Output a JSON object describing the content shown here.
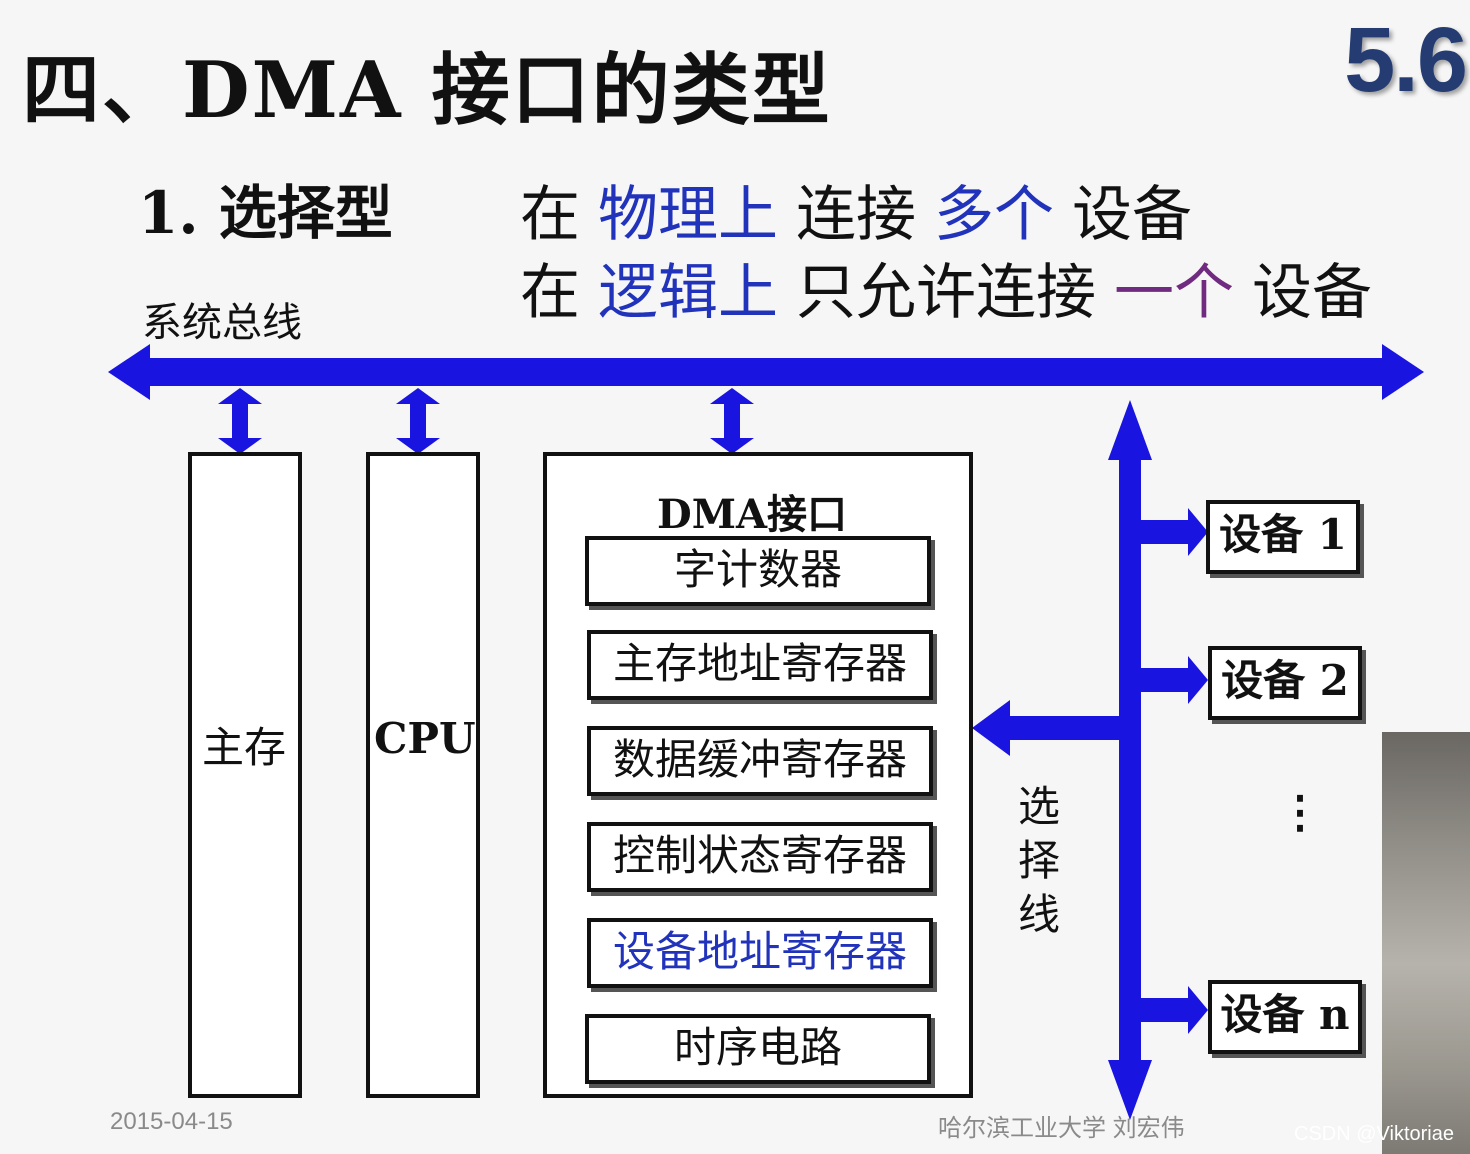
{
  "title": "四、DMA 接口的类型",
  "slide_number": "5.6",
  "subtitle": "1. 选择型",
  "description": {
    "line1": [
      {
        "text": "在",
        "color": "#111111"
      },
      {
        "text": "物理上",
        "color": "#2233bb"
      },
      {
        "text": "连接",
        "color": "#111111"
      },
      {
        "text": "多个",
        "color": "#2233bb"
      },
      {
        "text": "设备",
        "color": "#111111"
      }
    ],
    "line2": [
      {
        "text": "在",
        "color": "#111111"
      },
      {
        "text": "逻辑上",
        "color": "#2233bb"
      },
      {
        "text": "只允许连接",
        "color": "#111111"
      },
      {
        "text": "一个",
        "color": "#702a80"
      },
      {
        "text": "设备",
        "color": "#111111"
      }
    ]
  },
  "bus_label": "系统总线",
  "main_memory": "主存",
  "cpu": "CPU",
  "dma": {
    "title": "DMA接口",
    "registers": [
      {
        "label": "字计数器",
        "highlight": false
      },
      {
        "label": "主存地址寄存器",
        "highlight": false
      },
      {
        "label": "数据缓冲寄存器",
        "highlight": false
      },
      {
        "label": "控制状态寄存器",
        "highlight": false
      },
      {
        "label": "设备地址寄存器",
        "highlight": true
      },
      {
        "label": "时序电路",
        "highlight": false
      }
    ]
  },
  "select_line": "选择线",
  "devices": [
    "设备 1",
    "设备 2",
    "设备 n"
  ],
  "ellipsis": "⋮",
  "footer": {
    "date": "2015-04-15",
    "author": "哈尔滨工业大学 刘宏伟"
  },
  "watermark": "CSDN @Viktoriae",
  "colors": {
    "bus": "#1a14e0",
    "accent_blue": "#2233bb",
    "accent_purple": "#702a80",
    "slide_number": "#243c72"
  }
}
